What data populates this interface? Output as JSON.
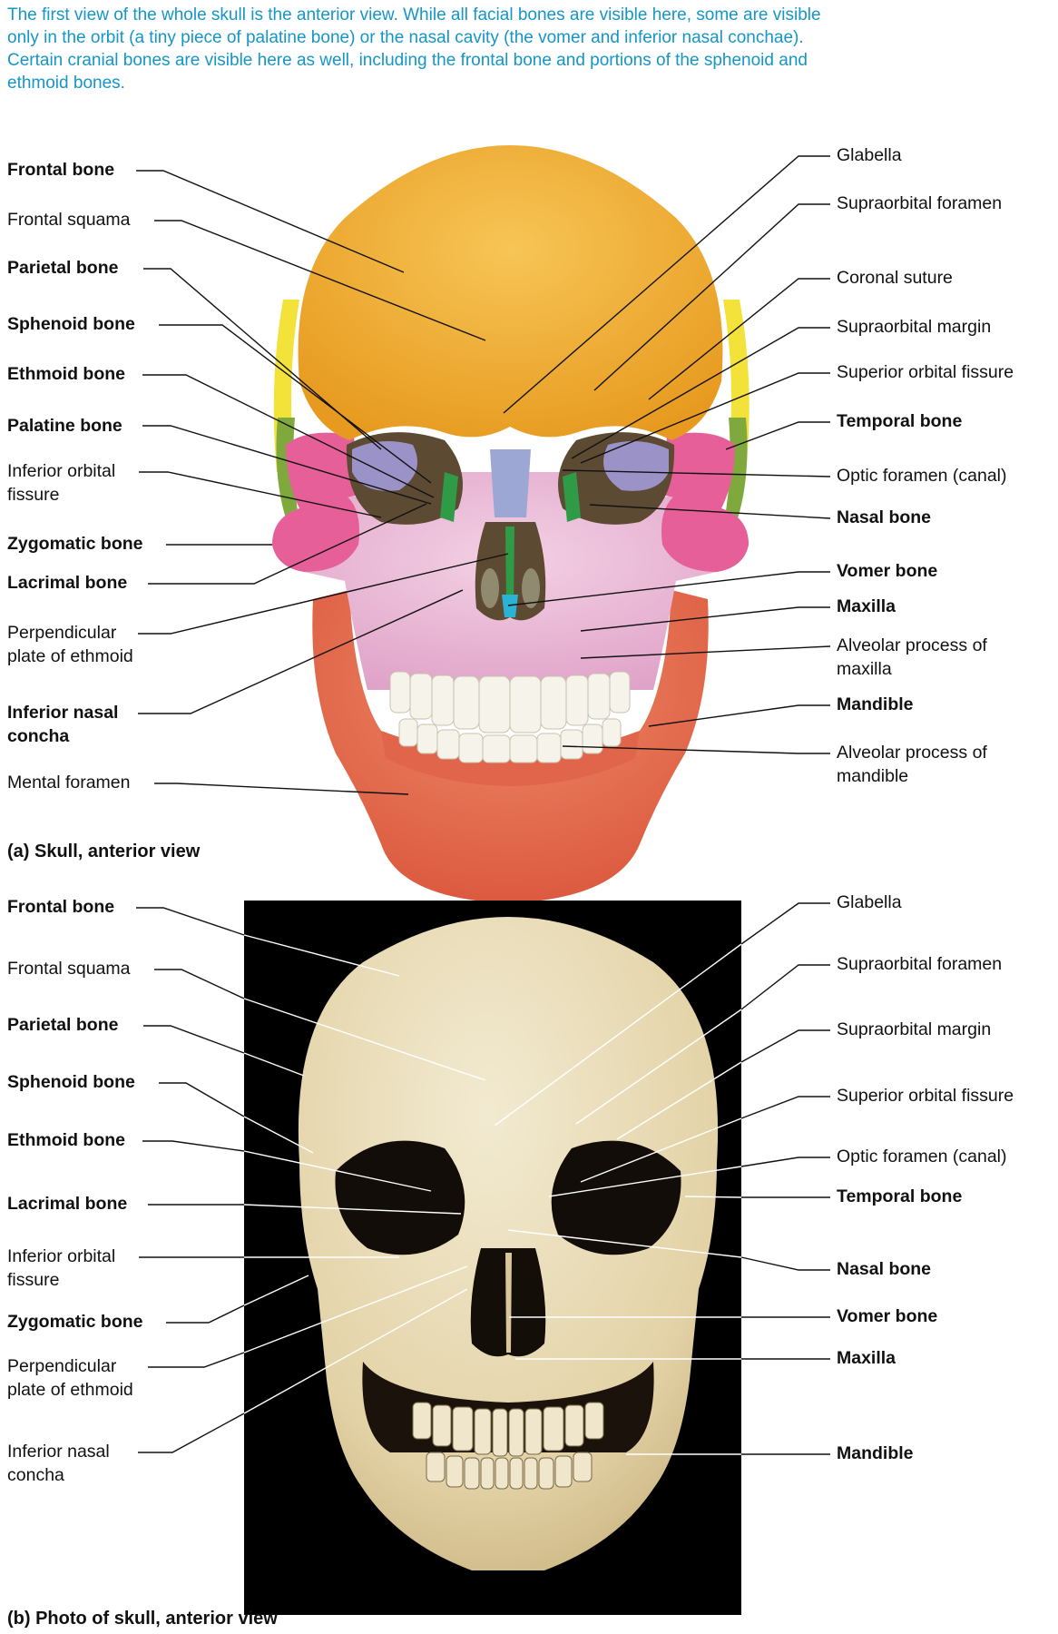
{
  "intro_text": "The first view of the whole skull is the anterior view.  While all facial bones are visible here, some are visible only in the orbit (a tiny piece of palatine bone) or the nasal cavity (the vomer and inferior nasal conchae). Certain cranial bones are visible here as well, including the frontal bone and portions of the sphenoid and ethmoid bones.",
  "panel_a": {
    "caption": "(a) Skull, anterior view",
    "left_labels": [
      {
        "text": "Frontal bone",
        "bold": true
      },
      {
        "text": "Frontal squama",
        "bold": false
      },
      {
        "text": "Parietal bone",
        "bold": true
      },
      {
        "text": "Sphenoid bone",
        "bold": true
      },
      {
        "text": "Ethmoid bone",
        "bold": true
      },
      {
        "text": "Palatine bone",
        "bold": true
      },
      {
        "text": "Inferior orbital",
        "text2": "fissure",
        "bold": false
      },
      {
        "text": "Zygomatic bone",
        "bold": true
      },
      {
        "text": "Lacrimal bone",
        "bold": true
      },
      {
        "text": "Perpendicular",
        "text2": "plate of ethmoid",
        "bold": false
      },
      {
        "text": "Inferior nasal",
        "text2": "concha",
        "bold": true
      },
      {
        "text": "Mental foramen",
        "bold": false
      }
    ],
    "right_labels": [
      {
        "text": "Glabella",
        "bold": false
      },
      {
        "text": "Supraorbital foramen",
        "bold": false
      },
      {
        "text": "Coronal suture",
        "bold": false
      },
      {
        "text": "Supraorbital margin",
        "bold": false
      },
      {
        "text": "Superior orbital fissure",
        "bold": false
      },
      {
        "text": "Temporal bone",
        "bold": true
      },
      {
        "text": "Optic foramen (canal)",
        "bold": false
      },
      {
        "text": "Nasal bone",
        "bold": true
      },
      {
        "text": "Vomer bone",
        "bold": true
      },
      {
        "text": "Maxilla",
        "bold": true
      },
      {
        "text": "Alveolar process of",
        "text2": "maxilla",
        "bold": false
      },
      {
        "text": "Mandible",
        "bold": true
      },
      {
        "text": "Alveolar process of",
        "text2": "mandible",
        "bold": false
      }
    ]
  },
  "panel_b": {
    "caption": "(b) Photo of skull, anterior view",
    "left_labels": [
      {
        "text": "Frontal bone",
        "bold": true
      },
      {
        "text": "Frontal squama",
        "bold": false
      },
      {
        "text": "Parietal bone",
        "bold": true
      },
      {
        "text": "Sphenoid bone",
        "bold": true
      },
      {
        "text": "Ethmoid bone",
        "bold": true
      },
      {
        "text": "Lacrimal bone",
        "bold": true
      },
      {
        "text": "Inferior orbital",
        "text2": "fissure",
        "bold": false
      },
      {
        "text": "Zygomatic bone",
        "bold": true
      },
      {
        "text": "Perpendicular",
        "text2": "plate of ethmoid",
        "bold": false
      },
      {
        "text": "Inferior nasal",
        "text2": "concha",
        "bold": false
      }
    ],
    "right_labels": [
      {
        "text": "Glabella",
        "bold": false
      },
      {
        "text": "Supraorbital foramen",
        "bold": false
      },
      {
        "text": "Supraorbital margin",
        "bold": false
      },
      {
        "text": "Superior orbital fissure",
        "bold": false
      },
      {
        "text": "Optic foramen (canal)",
        "bold": false
      },
      {
        "text": "Temporal bone",
        "bold": true
      },
      {
        "text": "Nasal bone",
        "bold": true
      },
      {
        "text": "Vomer bone",
        "bold": true
      },
      {
        "text": "Maxilla",
        "bold": true
      },
      {
        "text": "Mandible",
        "bold": true
      }
    ]
  },
  "colors": {
    "intro_text": "#1596c8",
    "frontal": "#f3b134",
    "parietal": "#f2e23a",
    "temporal": "#7fa93c",
    "sphenoid": "#9b92c8",
    "ethmoid": "#2f9b47",
    "nasal": "#9da7d3",
    "zygomatic": "#e65f98",
    "maxilla": "#e9b6d6",
    "mandible": "#e86d4d",
    "vomer": "#2bb3d6",
    "photo_background": "#000000",
    "photo_bone": "#e9dcb8"
  }
}
